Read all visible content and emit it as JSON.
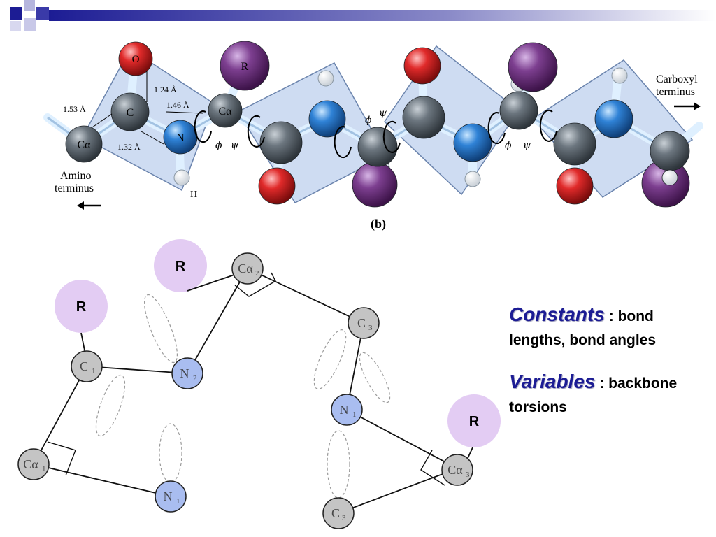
{
  "theme": {
    "accent": "#1c1c94",
    "plane": "#c5d6f0",
    "plane_stroke": "#6b84ad",
    "carbon": "#5c6670",
    "oxygen": "#e02a2a",
    "nitrogen": "#2f7fd0",
    "rgroup": "#7a3a8c",
    "rbubble": "#e3ccf3",
    "gray_atom": "#c4c4c4",
    "blue_atom": "#a9bdf0"
  },
  "header": {
    "icon": "corner-squares-icon"
  },
  "figure_b": {
    "caption": "(b)",
    "amino_terminus": [
      "Amino",
      "terminus"
    ],
    "carboxyl_terminus": [
      "Carboxyl",
      "terminus"
    ],
    "bond_lengths": [
      "1.53 Å",
      "1.24 Å",
      "1.46 Å",
      "1.32 Å"
    ],
    "atom_labels": {
      "O": "O",
      "R": "R",
      "C": "C",
      "Ca": "Cα",
      "N": "N",
      "H": "H"
    },
    "phi": "ϕ",
    "psi": "ψ"
  },
  "sketch": {
    "r_label": "R",
    "atoms": {
      "ca_top": "Cα",
      "c_right": "C",
      "c1": "C",
      "n2": "N",
      "n_right": "N",
      "ca_left": "Cα",
      "n1": "N",
      "ca_right": "Cα",
      "c_bottom": "C"
    },
    "subscripts": {
      "c1": "1",
      "n2": "2",
      "n_right": "1",
      "ca_left": "1",
      "n1": "1",
      "ca_right": "3",
      "c_bottom": "3",
      "c_right": "3",
      "ca_top": "2"
    }
  },
  "text": {
    "constants_term": "Constants",
    "constants_def": " : bond lengths, bond angles",
    "variables_term": "Variables",
    "variables_def": " : backbone torsions"
  }
}
